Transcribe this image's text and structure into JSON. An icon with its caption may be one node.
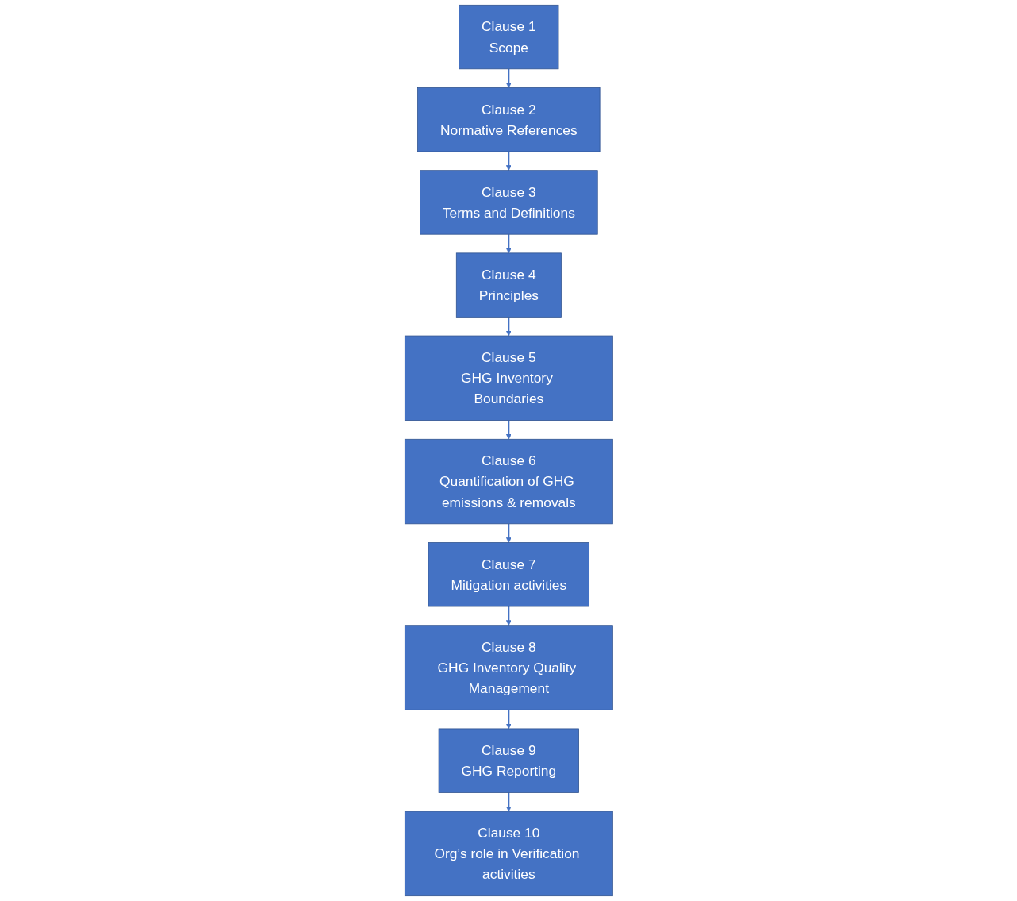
{
  "diagram": {
    "nodes": [
      {
        "text": [
          "Clause 1",
          "Scope"
        ]
      },
      {
        "text": [
          "Clause 2",
          "Normative References"
        ]
      },
      {
        "text": [
          "Clause 3",
          "Terms and Definitions"
        ]
      },
      {
        "text": [
          "Clause 4",
          "Principles"
        ]
      },
      {
        "text": [
          "Clause 5",
          "GHG Inventory Boundaries"
        ]
      },
      {
        "text": [
          "Clause 6",
          "Quantification of GHG emissions & removals"
        ]
      },
      {
        "text": [
          "Clause 7",
          "Mitigation activities"
        ]
      },
      {
        "text": [
          "Clause 8",
          "GHG Inventory Quality Management"
        ]
      },
      {
        "text": [
          "Clause 9",
          "GHG Reporting"
        ]
      },
      {
        "text": [
          "Clause 10",
          "Org’s role in Verification activities"
        ]
      }
    ],
    "edges": [
      {
        "from": 0,
        "to": 1,
        "arrow": "to"
      },
      {
        "from": 1,
        "to": 2,
        "arrow": "to"
      },
      {
        "from": 2,
        "to": 3,
        "arrow": "to"
      },
      {
        "from": 3,
        "to": 4,
        "arrow": "to"
      },
      {
        "from": 4,
        "to": 5,
        "arrow": "to"
      },
      {
        "from": 5,
        "to": 6,
        "arrow": "to"
      },
      {
        "from": 6,
        "to": 7,
        "arrow": "to"
      },
      {
        "from": 7,
        "to": 8,
        "arrow": "to"
      },
      {
        "from": 8,
        "to": 9,
        "arrow": "to"
      }
    ]
  }
}
